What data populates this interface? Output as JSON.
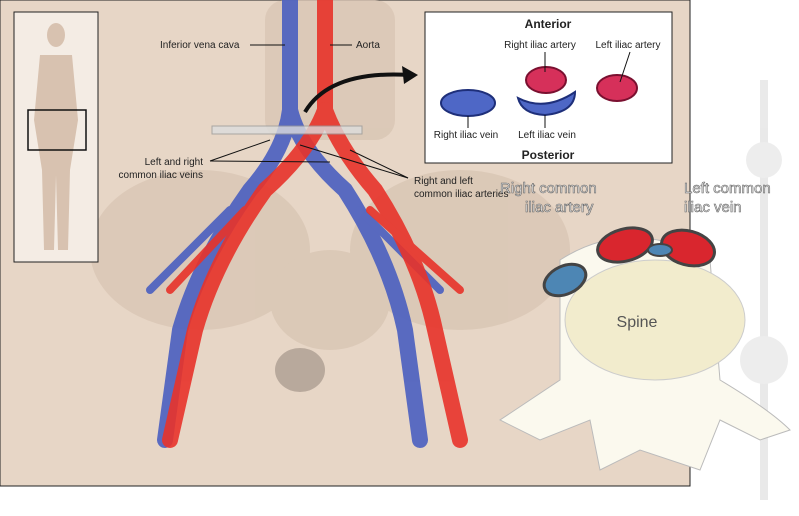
{
  "labels": {
    "inferior_vena_cava": "Inferior vena cava",
    "aorta": "Aorta",
    "common_iliac_veins_1": "Left and right",
    "common_iliac_veins_2": "common iliac veins",
    "common_iliac_arteries_1": "Right and left",
    "common_iliac_arteries_2": "common iliac arteries"
  },
  "inset": {
    "anterior": "Anterior",
    "posterior": "Posterior",
    "right_iliac_artery": "Right iliac artery",
    "left_iliac_artery": "Left iliac artery",
    "right_iliac_vein": "Right iliac vein",
    "left_iliac_vein": "Left iliac vein"
  },
  "cross_section": {
    "right_common_iliac_artery_1": "Right common",
    "right_common_iliac_artery_2": "iliac artery",
    "left_common_iliac_vein_1": "Left common",
    "left_common_iliac_vein_2": "iliac vein",
    "spine": "Spine"
  },
  "colors": {
    "artery": "#e8332a",
    "vein": "#4a5fc0",
    "skin": "#e9d8c8"
  }
}
